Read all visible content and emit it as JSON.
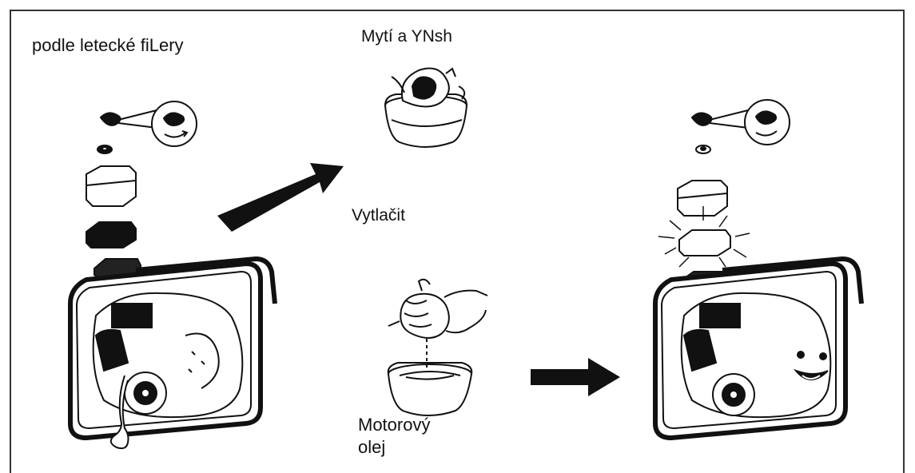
{
  "labels": {
    "air_filter": "podle letecké fiLery",
    "wash": "Mytí a YNsh",
    "squeeze": "Vytlačit",
    "engine_oil": "Motorový olej"
  },
  "icons": [
    "generator-before-icon",
    "arrow-right-icon",
    "washing-bowl-icon",
    "squeezing-hand-icon",
    "generator-after-icon"
  ]
}
